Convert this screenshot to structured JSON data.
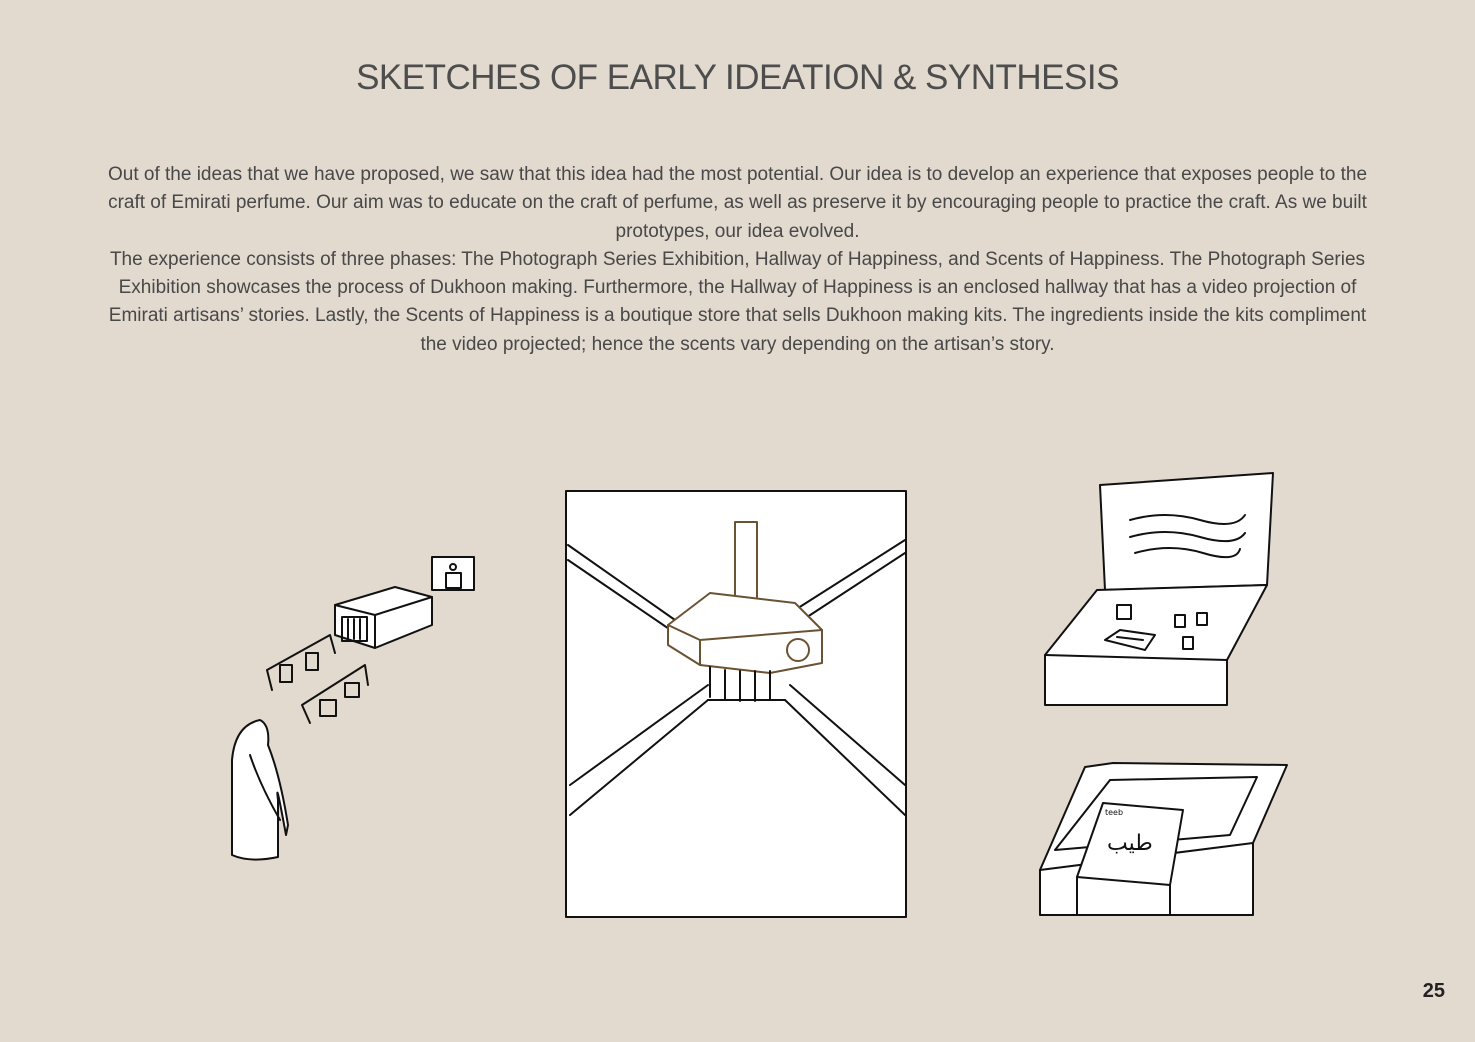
{
  "page": {
    "title": "SKETCHES OF EARLY IDEATION & SYNTHESIS",
    "paragraph_lines": [
      "Out of the ideas that we have proposed, we saw that this idea had the most potential. Our idea is to develop an experience that exposes people to the",
      "craft of Emirati perfume. Our aim was to educate on the craft of perfume, as well as preserve it by encouraging people to practice the craft. As we built",
      "prototypes, our idea evolved.",
      "The experience consists of three phases: The Photograph Series Exhibition, Hallway of Happiness, and Scents of Happiness. The Photograph Series",
      "Exhibition showcases the process of Dukhoon making. Furthermore, the Hallway of Happiness is an enclosed hallway that has a video projection of",
      "Emirati artisans’ stories. Lastly, the Scents of Happiness is a boutique store that sells Dukhoon making kits. The ingredients inside the kits compliment",
      "the video projected; hence the scents vary depending on the artisan’s story."
    ],
    "page_number": "25",
    "sketch_box_label": "طيب",
    "sketch_box_small_label": "teeb"
  }
}
